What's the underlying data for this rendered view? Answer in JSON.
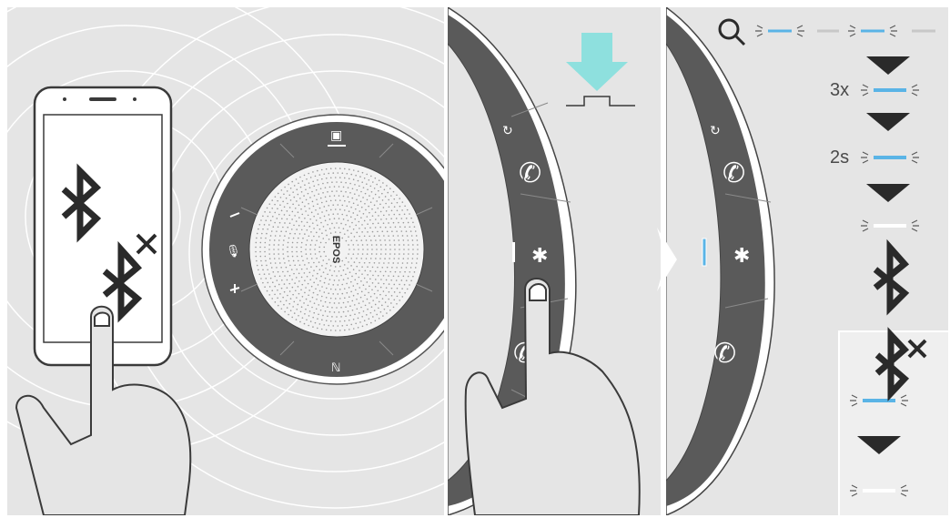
{
  "step2": {
    "times_label": "3x"
  },
  "step3": {
    "hold_label": "2s"
  },
  "speaker": {
    "brand": "EPOS"
  },
  "colors": {
    "panel_bg": "#e5e5e5",
    "dark_ring": "#5a5a5a",
    "arrow_cyan": "#8ee0de",
    "led_blue": "#5ab4e6",
    "led_white": "#ffffff",
    "led_grey": "#c8c8c8"
  },
  "icons": [
    "bluetooth-icon",
    "bluetooth-disconnected-icon",
    "phone-hangup-icon",
    "phone-answer-icon",
    "search-icon",
    "nfc-icon",
    "microphone-mute-icon",
    "teams-icon"
  ]
}
